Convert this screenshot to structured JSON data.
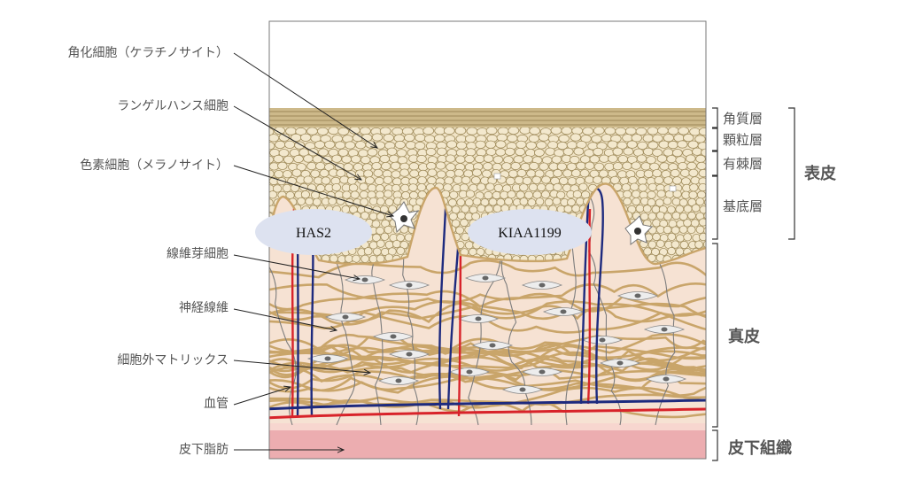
{
  "left_labels": [
    "角化細胞（ケラチノサイト）",
    "ランゲルハンス細胞",
    "色素細胞（メラノサイト）",
    "線維芽細胞",
    "神経線維",
    "細胞外マトリックス",
    "血管",
    "皮下脂肪"
  ],
  "sublayers": [
    "角質層",
    "顆粒層",
    "有棘層",
    "基底層"
  ],
  "layers": {
    "epidermis": "表皮",
    "dermis": "真皮",
    "subcutis": "皮下組織"
  },
  "genes": [
    "HAS2",
    "KIAA1199"
  ],
  "colors": {
    "stratum_corneum": "#cdb98a",
    "epidermis_cell": "#f1e4c6",
    "cell_outline": "#a08c5c",
    "dermis": "#f6e2d3",
    "collagen": "#c9a56a",
    "subcutis": "#ecadb0",
    "artery": "#d8232a",
    "vein": "#1d2a7e",
    "gene_ellipse": "#dde2f0"
  }
}
